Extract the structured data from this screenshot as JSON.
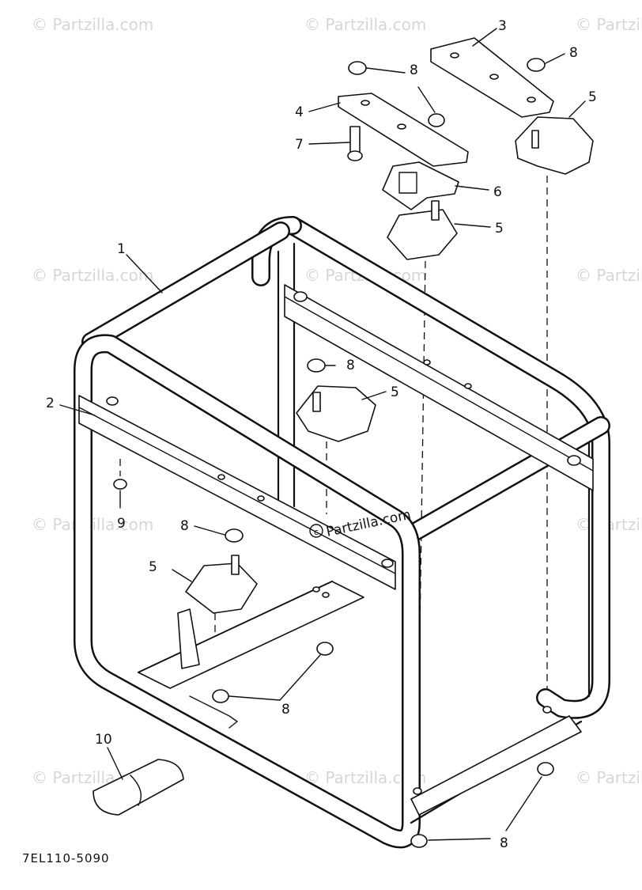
{
  "watermark": "© Partzilla.com",
  "center_watermark": "Partzilla.com",
  "drawing_code": "7EL110-5090",
  "callouts": {
    "c1": "1",
    "c2": "2",
    "c3": "3",
    "c4": "4",
    "c5a": "5",
    "c5b": "5",
    "c5c": "5",
    "c5d": "5",
    "c6": "6",
    "c7": "7",
    "c8a": "8",
    "c8b": "8",
    "c8c": "8",
    "c8d": "8",
    "c8e": "8",
    "c8f": "8",
    "c9": "9",
    "c10": "10"
  }
}
